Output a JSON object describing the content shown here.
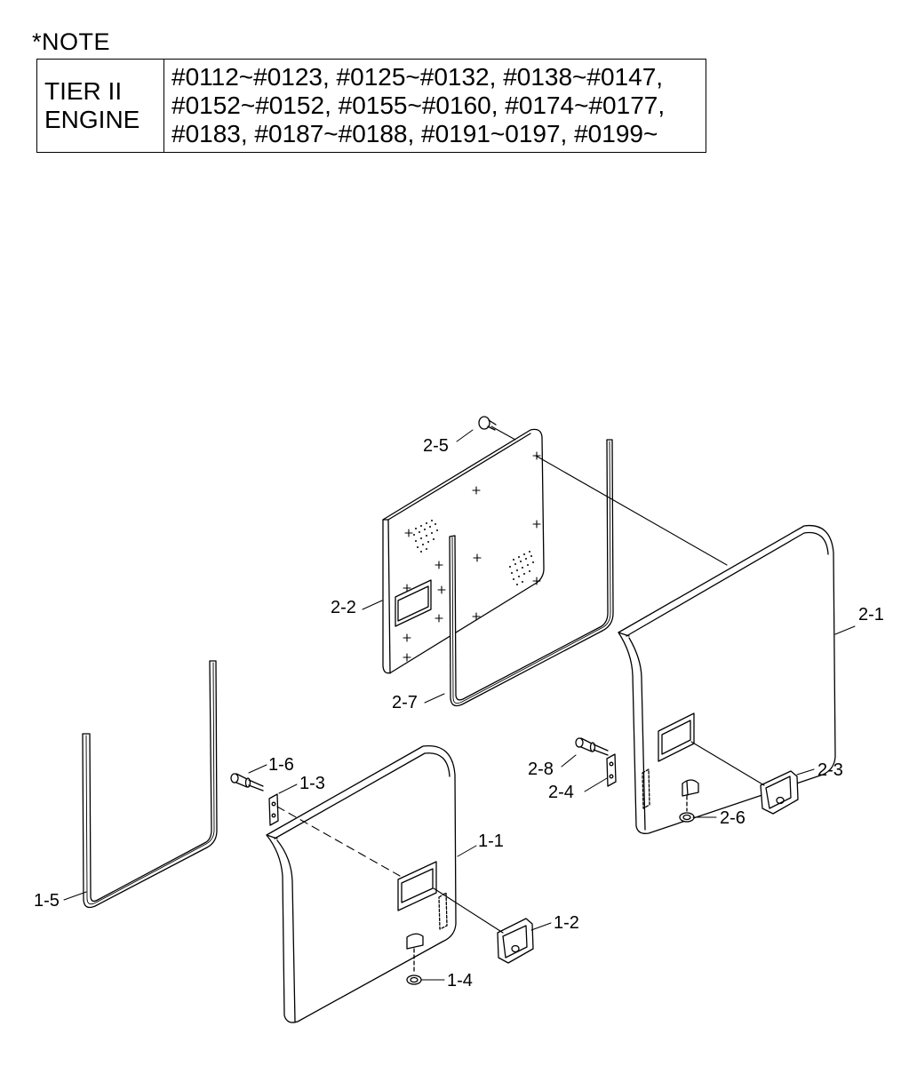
{
  "note": {
    "title": "*NOTE",
    "label_lines": [
      "TIER II",
      "ENGINE"
    ],
    "serial_lines": [
      "#0112~#0123, #0125~#0132, #0138~#0147,",
      "#0152~#0152, #0155~#0160, #0174~#0177,",
      "#0183, #0187~#0188, #0191~0197, #0199~"
    ]
  },
  "callouts": {
    "c1_1": "1-1",
    "c1_2": "1-2",
    "c1_3": "1-3",
    "c1_4": "1-4",
    "c1_5": "1-5",
    "c1_6": "1-6",
    "c2_1": "2-1",
    "c2_2": "2-2",
    "c2_3": "2-3",
    "c2_4": "2-4",
    "c2_5": "2-5",
    "c2_6": "2-6",
    "c2_7": "2-7",
    "c2_8": "2-8"
  }
}
